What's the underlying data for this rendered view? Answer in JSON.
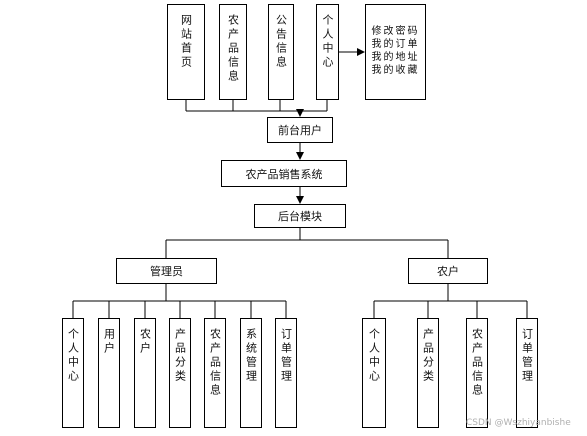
{
  "diagram": {
    "front_items": [
      "网站首页",
      "农产品信息",
      "公告信息",
      "个人中心"
    ],
    "front_user_center_items": [
      "修改密码",
      "我的订单",
      "我的地址",
      "我的收藏"
    ],
    "front_user": "前台用户",
    "system": "农产品销售系统",
    "backend": "后台模块",
    "admin": "管理员",
    "farmer": "农户",
    "admin_items": [
      "个人中心",
      "用户",
      "农户",
      "产品分类",
      "农产品信息",
      "系统管理",
      "订单管理"
    ],
    "farmer_items": [
      "个人中心",
      "产品分类",
      "农产品信息",
      "订单管理"
    ]
  },
  "watermark": "CSDN @Wszhiyanbishe",
  "colors": {
    "line": "#000000",
    "box_border": "#000000",
    "text": "#111111",
    "watermark": "#b0b0b0"
  }
}
